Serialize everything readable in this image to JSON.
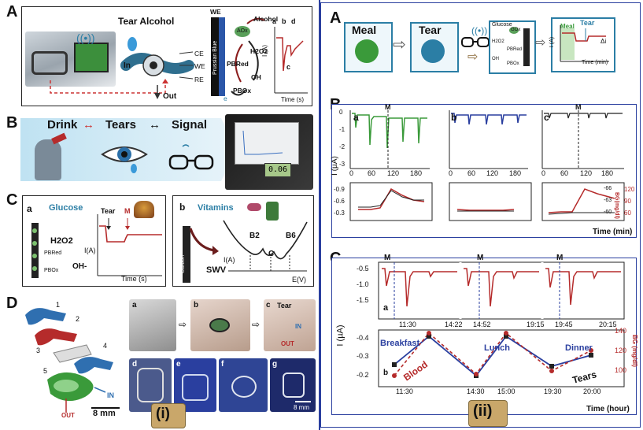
{
  "section_i": {
    "label": "(i)",
    "A": {
      "letter": "A",
      "title": "Tear Alcohol",
      "in": "In",
      "out": "Out",
      "ce": "CE",
      "we": "WE",
      "re": "RE",
      "we_top": "WE",
      "prussian": "Prussian Blue",
      "alcohol": "Alcohol",
      "aox": "AOx",
      "h2o2": "H2O2",
      "pb_red": "PBRed",
      "pb_ox": "PBOx",
      "oh": "OH",
      "e": "e",
      "iA": "I (A)",
      "ts": "Time (s)",
      "a": "a",
      "b": "b",
      "c": "c",
      "d": "d"
    },
    "B": {
      "letter": "B",
      "drink": "Drink",
      "tears": "Tears",
      "signal": "Signal",
      "display": "0.06"
    },
    "C": {
      "letter": "C",
      "a": "a",
      "glucose": "Glucose",
      "h2o2": "H2O2",
      "pb_red": "PBRed",
      "pb_ox": "PBOx",
      "oh": "OH-",
      "tear": "Tear",
      "m": "M",
      "iA": "I(A)",
      "time": "Time (s)",
      "b": "b",
      "vitamins": "Vitamins",
      "carbon": "Carbon",
      "swv": "SWV",
      "b2": "B2",
      "c": "C",
      "b6": "B6",
      "iA2": "I(A)",
      "ev": "E(V)"
    },
    "D": {
      "letter": "D",
      "n1": "1",
      "n2": "2",
      "n3": "3",
      "n4": "4",
      "n5": "5",
      "in": "IN",
      "out": "OUT",
      "scale": "8 mm",
      "a": "a",
      "b": "b",
      "c": "c",
      "tear": "Tear",
      "in2": "IN",
      "out2": "OUT",
      "d": "d",
      "e": "e",
      "f": "f",
      "g": "g",
      "scale2": "8 mm"
    }
  },
  "section_ii": {
    "label": "(ii)",
    "A": {
      "letter": "A",
      "meal": "Meal",
      "tear": "Tear",
      "glucose": "Glucose",
      "gox": "GOx",
      "h2o2": "H2O2",
      "oh": "OH",
      "pb_red": "PBRed",
      "pb_ox": "PBOx",
      "meal_lbl": "Meal",
      "tear_lbl": "Tear",
      "iA": "I (A)",
      "time": "Time (min)",
      "di": "Δi"
    },
    "B": {
      "letter": "B",
      "a": "a",
      "b": "b",
      "c": "c",
      "m": "M",
      "iuA": "I (µA)",
      "yticks": [
        "0",
        "-1",
        "-2",
        "-3"
      ],
      "xticks": [
        "0",
        "60",
        "120",
        "180"
      ],
      "y2ticks": [
        "-0.9",
        "-0.6",
        "-0.3"
      ],
      "bg_ticks_c": [
        "-66",
        "-63",
        "-60"
      ],
      "bg_right": [
        "120",
        "90",
        "60"
      ],
      "bg_label": "BG(mg/dl)",
      "time": "Time (min)"
    },
    "C": {
      "letter": "C",
      "m": "M",
      "a": "a",
      "b": "b",
      "yticks_top": [
        "-0.5",
        "-1.0",
        "-1.5"
      ],
      "times_top": [
        "11:30",
        "14:22",
        "14:52",
        "19:15",
        "19:45",
        "20:15"
      ],
      "iuA": "I (µA)",
      "yticks_bot": [
        "-0.4",
        "-0.3",
        "-0.2"
      ],
      "bg_ticks": [
        "140",
        "120",
        "100"
      ],
      "bg_label": "BG (mg/dl)",
      "breakfast": "Breakfast",
      "lunch": "Lunch",
      "dinner": "Dinner",
      "blood": "Blood",
      "tears": "Tears",
      "times_bot": [
        "11:30",
        "14:30",
        "15:00",
        "19:30",
        "20:00"
      ],
      "time": "Time (hour)"
    }
  },
  "colors": {
    "red": "#b52b2b",
    "green": "#3a9a3a",
    "blue": "#2a3f9f",
    "dashblue": "#1e3f9f",
    "teal": "#2b7ea5"
  }
}
